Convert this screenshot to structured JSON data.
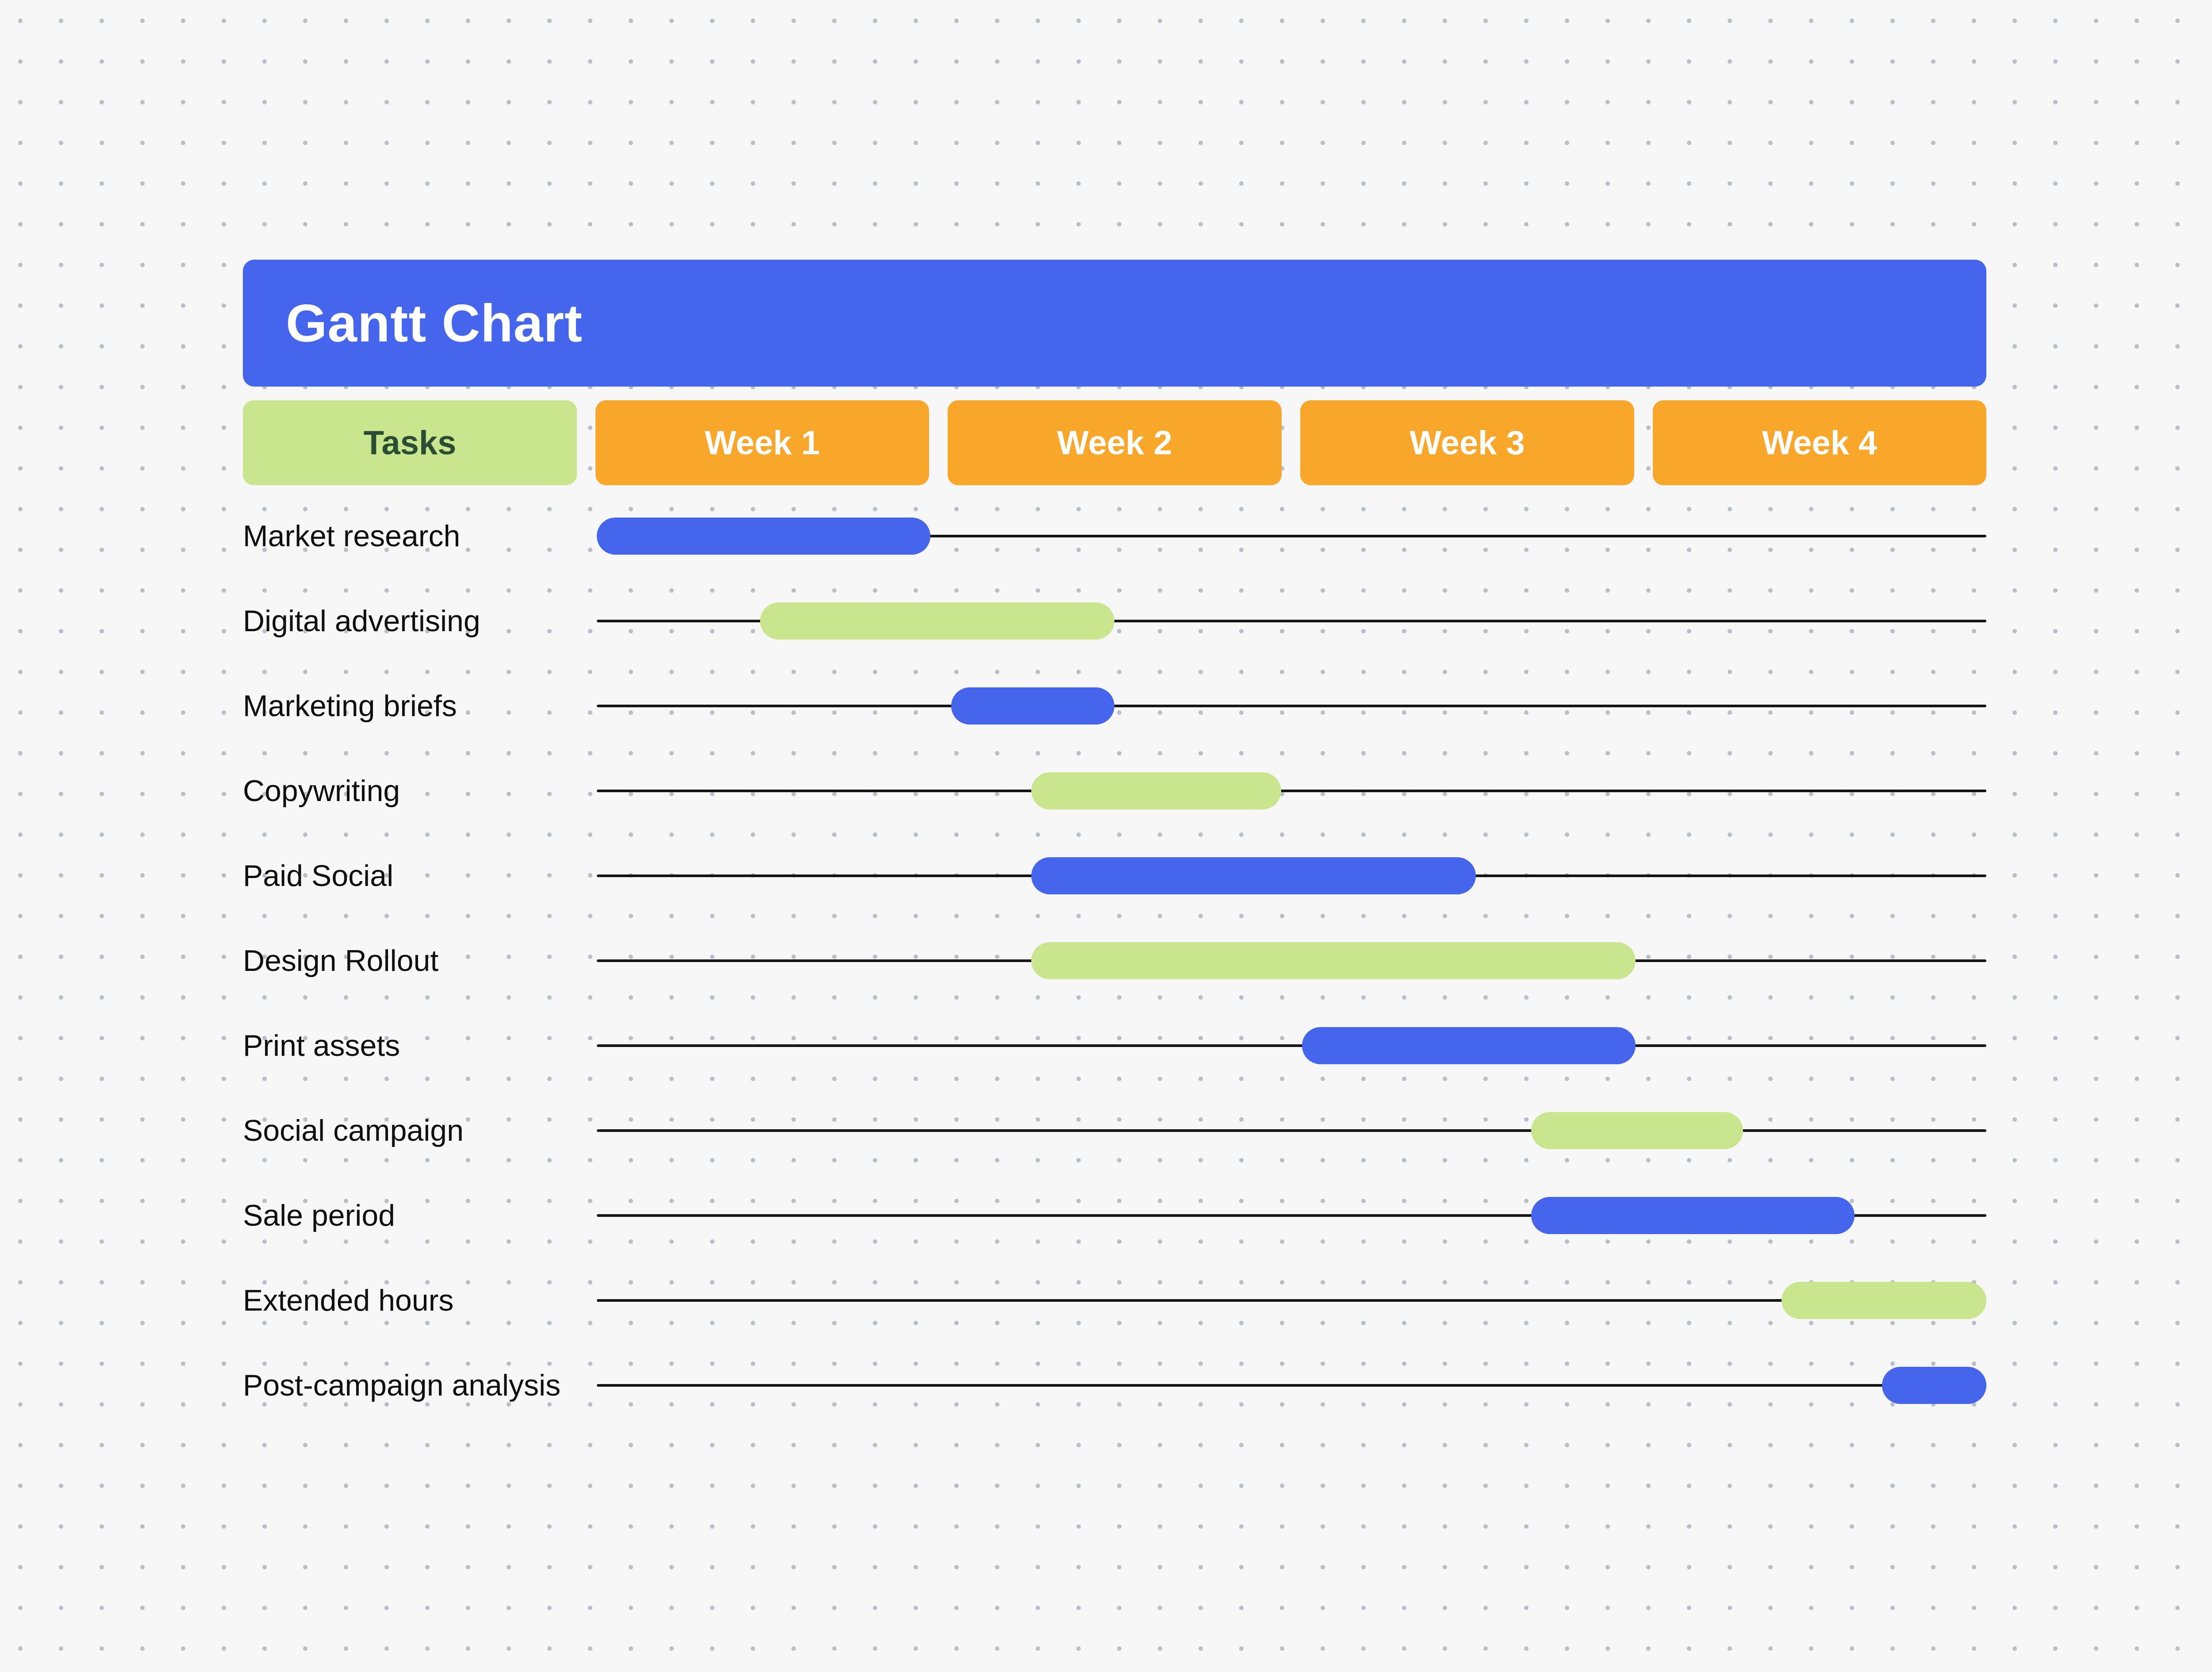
{
  "page": {
    "background_color": "#f7f7f8",
    "dot_grid_color": "#b9bfc7"
  },
  "header": {
    "title": "Gantt Chart",
    "title_bg": "#4565ec",
    "title_text_color": "#ffffff"
  },
  "columns": {
    "tasks_label": "Tasks",
    "tasks_bg": "#c9e68e",
    "tasks_text_color": "#2a4d34",
    "weeks": [
      "Week 1",
      "Week 2",
      "Week 3",
      "Week 4"
    ],
    "week_bg": "#f9a72b",
    "week_text_color": "#ffffff"
  },
  "chart_data": {
    "type": "bar",
    "subtype": "gantt",
    "title": "Gantt Chart",
    "x_unit": "weeks",
    "x_range": [
      0,
      4
    ],
    "x_tick_labels": [
      "Week 1",
      "Week 2",
      "Week 3",
      "Week 4"
    ],
    "grid": "dotted-background",
    "legend": "none",
    "row_baseline_color": "#141414",
    "bar_colors": {
      "blue": "#4565ec",
      "green": "#c9e68e"
    },
    "tasks": [
      {
        "label": "Market research",
        "start_week": 0.0,
        "end_week": 0.96,
        "color": "blue"
      },
      {
        "label": "Digital advertising",
        "start_week": 0.47,
        "end_week": 1.49,
        "color": "green"
      },
      {
        "label": "Marketing briefs",
        "start_week": 1.02,
        "end_week": 1.49,
        "color": "blue"
      },
      {
        "label": "Copywriting",
        "start_week": 1.25,
        "end_week": 1.97,
        "color": "green"
      },
      {
        "label": "Paid Social",
        "start_week": 1.25,
        "end_week": 2.53,
        "color": "blue"
      },
      {
        "label": "Design Rollout",
        "start_week": 1.25,
        "end_week": 2.99,
        "color": "green"
      },
      {
        "label": "Print assets",
        "start_week": 2.03,
        "end_week": 2.99,
        "color": "blue"
      },
      {
        "label": "Social campaign",
        "start_week": 2.69,
        "end_week": 3.3,
        "color": "green"
      },
      {
        "label": "Sale period",
        "start_week": 2.69,
        "end_week": 3.62,
        "color": "blue"
      },
      {
        "label": "Extended hours",
        "start_week": 3.41,
        "end_week": 4.0,
        "color": "green"
      },
      {
        "label": "Post-campaign analysis",
        "start_week": 3.7,
        "end_week": 4.0,
        "color": "blue"
      }
    ]
  }
}
